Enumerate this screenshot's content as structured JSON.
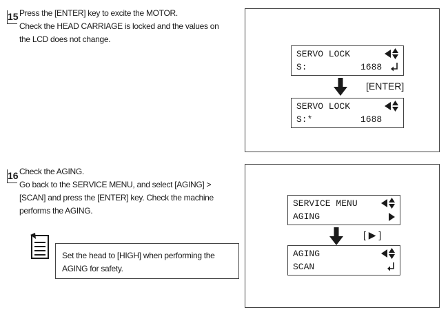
{
  "step15": {
    "number": "15",
    "lines": [
      "Press the [ENTER] key to excite the MOTOR.",
      "Check the HEAD CARRIAGE is locked and the values on",
      "the LCD does not change."
    ],
    "lcd_before": {
      "line1": "SERVO LOCK",
      "line2_label": "S:",
      "line2_value": "1688"
    },
    "key_label": "[ENTER]",
    "lcd_after": {
      "line1": "SERVO LOCK",
      "line2_label": "S:*",
      "line2_value": "1688"
    }
  },
  "step16": {
    "number": "16",
    "lines": [
      "Check the AGING.",
      "Go back to the SERVICE MENU, and select [AGING] >",
      "[SCAN] and press the [ENTER] key. Check the machine",
      "performs the AGING."
    ],
    "note_lines": [
      "Set the head to [HIGH] when performing the",
      "AGING for safety."
    ],
    "lcd_before": {
      "line1": "SERVICE MENU",
      "line2": "AGING"
    },
    "key_label": "[ ▶ ]",
    "lcd_after": {
      "line1": "AGING",
      "line2": "SCAN"
    }
  },
  "icons": {
    "updown": "up-down-arrow-icon",
    "left": "left-arrow-icon",
    "right": "right-arrow-icon",
    "enter": "enter-return-icon",
    "down": "down-arrow-icon",
    "note": "note-memo-icon"
  }
}
